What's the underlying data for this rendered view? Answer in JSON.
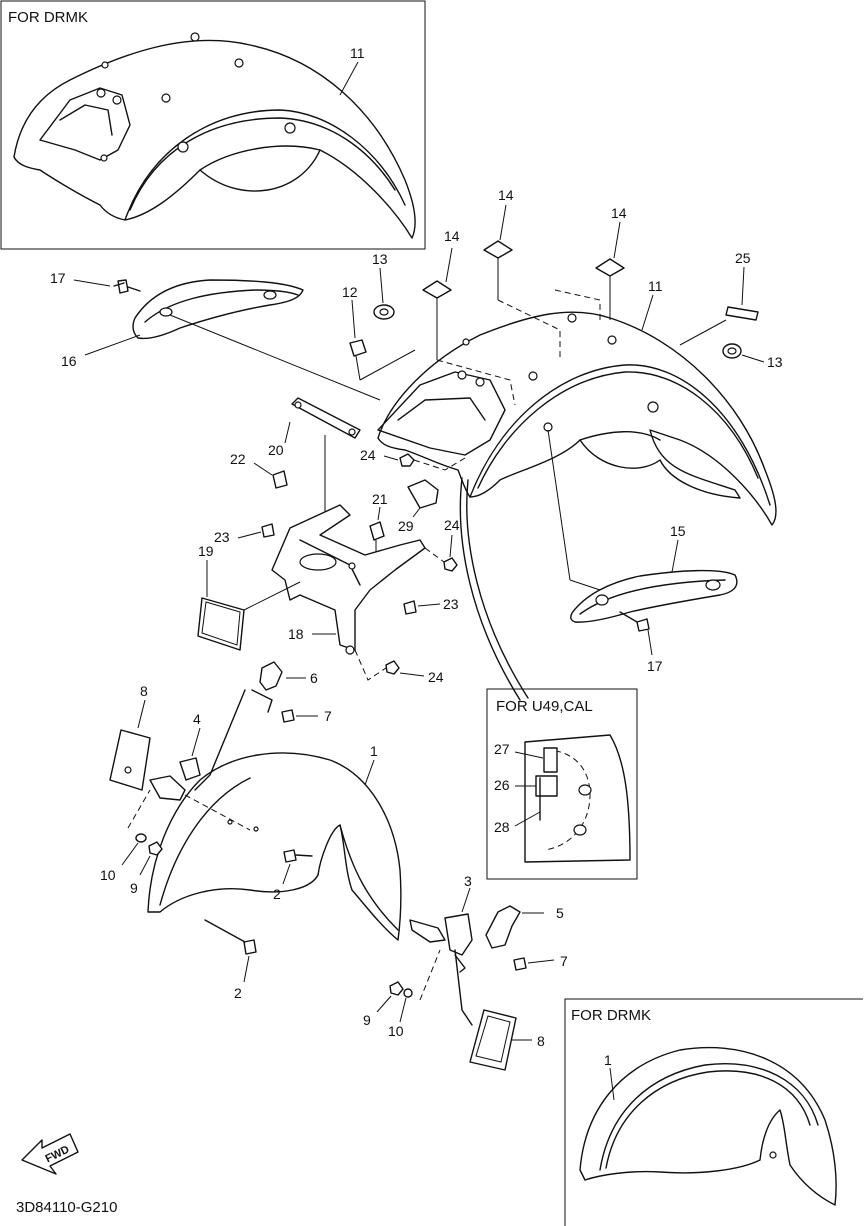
{
  "diagram": {
    "variant_boxes": [
      {
        "key": "rear_drmk",
        "label": "FOR DRMK"
      },
      {
        "key": "u49",
        "label": "FOR U49,CAL"
      },
      {
        "key": "front_drmk",
        "label": "FOR DRMK"
      }
    ],
    "callouts": {
      "c11_box": "11",
      "c17_top": "17",
      "c16": "16",
      "c13_top": "13",
      "c12": "12",
      "c14_a": "14",
      "c14_b": "14",
      "c14_c": "14",
      "c25": "25",
      "c11": "11",
      "c13_right": "13",
      "c20": "20",
      "c22": "22",
      "c24_a": "24",
      "c21": "21",
      "c29": "29",
      "c23_a": "23",
      "c24_b": "24",
      "c19": "19",
      "c15": "15",
      "c23_b": "23",
      "c17_bottom": "17",
      "c18": "18",
      "c24_c": "24",
      "c6": "6",
      "c8_top": "8",
      "c7_top": "7",
      "c4": "4",
      "c1": "1",
      "c27": "27",
      "c26": "26",
      "c28": "28",
      "c10_left": "10",
      "c9_left": "9",
      "c2_mid": "2",
      "c3": "3",
      "c5": "5",
      "c7_bottom": "7",
      "c2_bottom": "2",
      "c9_bottom": "9",
      "c10_bottom": "10",
      "c8_bottom": "8",
      "c1_box": "1"
    },
    "fwd_label": "FWD",
    "diagram_code": "3D84110-G210"
  }
}
